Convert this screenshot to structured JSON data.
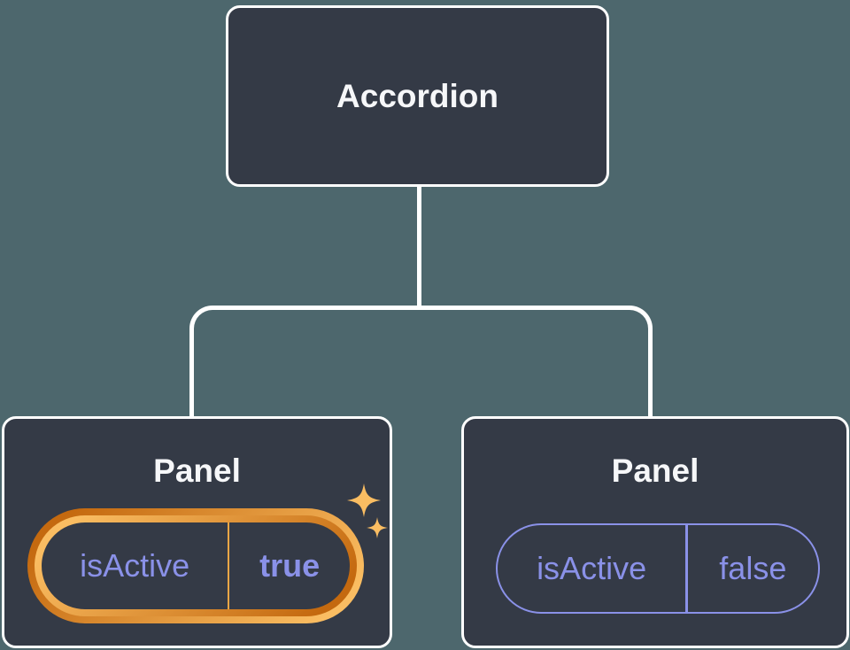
{
  "colors": {
    "bg": "#4d676d",
    "card": "#343a46",
    "line": "#ffffff",
    "purple": "#8a91e8",
    "gold": "#fabd62",
    "orange": "#c4690f",
    "divider_gold": "#eda645",
    "title": "#f6f7f9"
  },
  "tree": {
    "root_label": "Accordion",
    "panels": [
      {
        "label": "Panel",
        "prop_name": "isActive",
        "prop_value": "true",
        "highlighted": true
      },
      {
        "label": "Panel",
        "prop_name": "isActive",
        "prop_value": "false",
        "highlighted": false
      }
    ]
  }
}
